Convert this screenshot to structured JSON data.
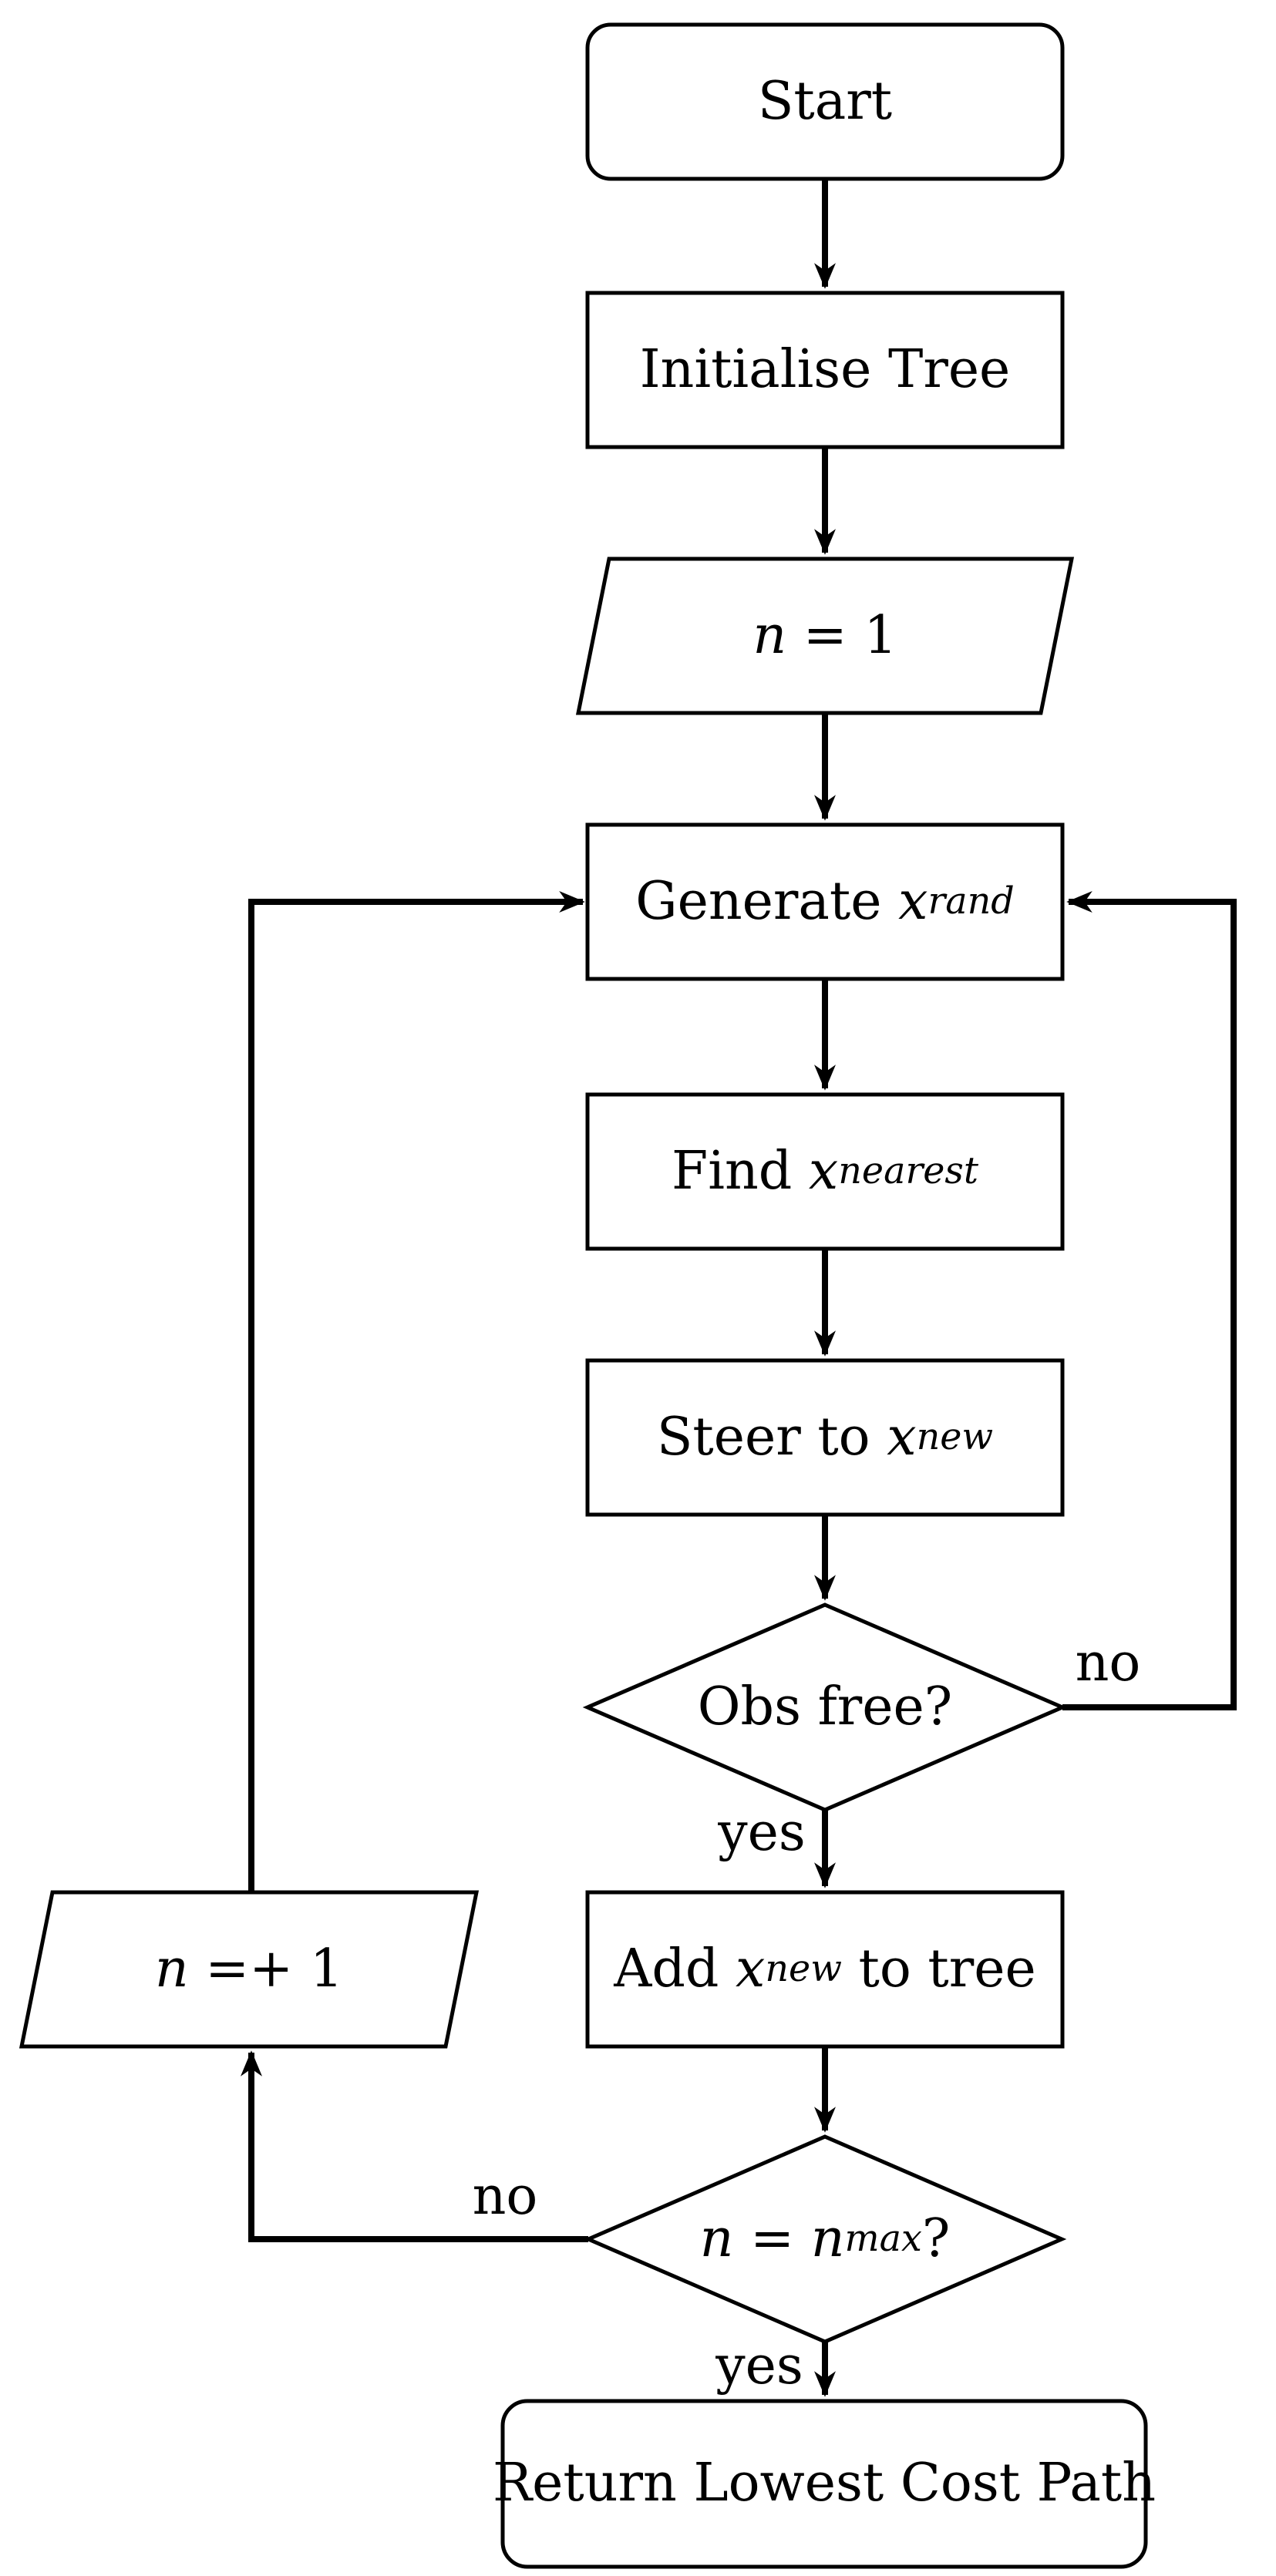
{
  "diagram": {
    "description": "RRT path-planning algorithm flowchart",
    "colors": {
      "stroke": "#000000",
      "text": "#000000",
      "background": "#ffffff"
    },
    "nodes": {
      "start": {
        "shape": "rounded-rect",
        "label": "Start"
      },
      "init": {
        "shape": "rect",
        "label": "Initialise Tree"
      },
      "n1": {
        "shape": "parallelogram",
        "var": "n",
        "rest": " = 1"
      },
      "generate": {
        "shape": "rect",
        "prefix": "Generate ",
        "var": "x",
        "sub": "rand"
      },
      "find": {
        "shape": "rect",
        "prefix": "Find ",
        "var": "x",
        "sub": "nearest"
      },
      "steer": {
        "shape": "rect",
        "prefix": "Steer to ",
        "var": "x",
        "sub": "new"
      },
      "obs_free": {
        "shape": "diamond",
        "label": "Obs free?"
      },
      "add": {
        "shape": "rect",
        "prefix": "Add ",
        "var": "x",
        "sub": "new",
        "suffix": " to tree"
      },
      "n_increment": {
        "shape": "parallelogram",
        "var": "n",
        "rest": " =+ 1"
      },
      "n_max_check": {
        "shape": "diamond",
        "var": "n",
        "mid": " = ",
        "var2": "n",
        "sub": "max",
        "suffix": "?"
      },
      "return": {
        "shape": "rounded-rect",
        "label": "Return Lowest Cost Path"
      }
    },
    "edge_labels": {
      "obs_no": "no",
      "obs_yes": "yes",
      "nmax_no": "no",
      "nmax_yes": "yes"
    }
  }
}
